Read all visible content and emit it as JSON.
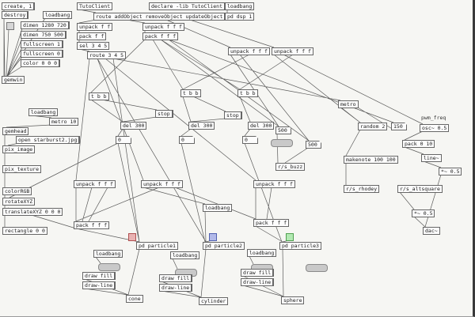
{
  "canvas": {
    "background": "#f6f6f3",
    "cord_color": "#333333",
    "toggle_colors": {
      "red": "#e9b2b2",
      "blue": "#b2b9e9",
      "green": "#b2e9b2"
    }
  },
  "nodes": {
    "create_msg": {
      "kind": "message",
      "label": "create, 1"
    },
    "destroy_msg": {
      "kind": "message",
      "label": "destroy"
    },
    "loadbang_gem": {
      "kind": "object",
      "label": "loadbang"
    },
    "toggle_gem": {
      "kind": "toggle",
      "color": "#d6d6d6"
    },
    "dimen1_msg": {
      "kind": "message",
      "label": "dimen 1280 720"
    },
    "dimen2_msg": {
      "kind": "message",
      "label": "dimen 750 500"
    },
    "fullscreen1_msg": {
      "kind": "message",
      "label": "fullscreen 1"
    },
    "fullscreen0_msg": {
      "kind": "message",
      "label": "fullscreen 0"
    },
    "color_msg": {
      "kind": "message",
      "label": "color 0 0 0"
    },
    "gemwin_obj": {
      "kind": "object",
      "label": "gemwin"
    },
    "tutoclient_obj": {
      "kind": "object",
      "label": "TutoClient"
    },
    "declare_obj": {
      "kind": "object",
      "label": "declare -lib TutoClient"
    },
    "loadbang_top": {
      "kind": "object",
      "label": "loadbang"
    },
    "pddsp_obj": {
      "kind": "object",
      "label": "pd dsp 1"
    },
    "route_obj": {
      "kind": "object",
      "label": "route addObject removeObject updateObject"
    },
    "unpack_a": {
      "kind": "object",
      "label": "unpack f f"
    },
    "pack_a": {
      "kind": "object",
      "label": "pack f f"
    },
    "sel_obj": {
      "kind": "object",
      "label": "sel 3 4 5"
    },
    "route345_obj": {
      "kind": "object",
      "label": "route 3 4 5"
    },
    "unpack_b": {
      "kind": "object",
      "label": "unpack f f f"
    },
    "pack_b": {
      "kind": "object",
      "label": "pack f f f"
    },
    "unpack_c": {
      "kind": "object",
      "label": "unpack f f f"
    },
    "unpack_d": {
      "kind": "object",
      "label": "unpack f f f"
    },
    "loadbang_render": {
      "kind": "object",
      "label": "loadbang"
    },
    "metro10_obj": {
      "kind": "object",
      "label": "metro 10"
    },
    "gemhead_obj": {
      "kind": "object",
      "label": "gemhead"
    },
    "open_msg": {
      "kind": "message",
      "label": "open starburst2.jpg"
    },
    "piximage_obj": {
      "kind": "object",
      "label": "pix_image"
    },
    "pixtexture_obj": {
      "kind": "object",
      "label": "pix_texture"
    },
    "colorrgb_obj": {
      "kind": "object",
      "label": "colorRGB"
    },
    "rotatexyz_obj": {
      "kind": "object",
      "label": "rotateXYZ"
    },
    "translate_obj": {
      "kind": "object",
      "label": "translateXYZ 0 0 0"
    },
    "rectangle_obj": {
      "kind": "object",
      "label": "rectangle 0 0"
    },
    "tbb_1": {
      "kind": "object",
      "label": "t b b"
    },
    "tbb_2": {
      "kind": "object",
      "label": "t b b"
    },
    "tbb_3": {
      "kind": "object",
      "label": "t b b"
    },
    "stop_1": {
      "kind": "message",
      "label": "stop"
    },
    "stop_2": {
      "kind": "message",
      "label": "stop"
    },
    "del_1": {
      "kind": "object",
      "label": "del 300"
    },
    "del_2": {
      "kind": "object",
      "label": "del 300"
    },
    "del_3": {
      "kind": "object",
      "label": "del 300"
    },
    "num_1": {
      "kind": "number",
      "label": "0"
    },
    "num_2": {
      "kind": "number",
      "label": "0"
    },
    "num_3": {
      "kind": "number",
      "label": "0"
    },
    "num500_1": {
      "kind": "number",
      "label": "500"
    },
    "num500_2": {
      "kind": "number",
      "label": "500"
    },
    "slider_m1": {
      "kind": "slider",
      "color": "#c9c9c9"
    },
    "metro_r": {
      "kind": "object",
      "label": "metro"
    },
    "random_obj": {
      "kind": "object",
      "label": "random 2"
    },
    "num150": {
      "kind": "number",
      "label": "150"
    },
    "pwm_comment": {
      "kind": "comment",
      "label": "pwm_freq"
    },
    "oscpwm_obj": {
      "kind": "object",
      "label": "osc~ 0.5"
    },
    "pack010_obj": {
      "kind": "object",
      "label": "pack 0 10"
    },
    "line_obj": {
      "kind": "object",
      "label": "line~"
    },
    "times_a": {
      "kind": "object",
      "label": "*~ 0.5"
    },
    "makenote_obj": {
      "kind": "object",
      "label": "makenote 100 100"
    },
    "rsbuzz_obj": {
      "kind": "object",
      "label": "r/s_buzz"
    },
    "rsrhodey_obj": {
      "kind": "object",
      "label": "r/s_rhodey"
    },
    "rsaltsq_obj": {
      "kind": "object",
      "label": "r/s_altsquare"
    },
    "times_b": {
      "kind": "object",
      "label": "*~ 0.5"
    },
    "dac_obj": {
      "kind": "object",
      "label": "dac~"
    },
    "unpack_p1": {
      "kind": "object",
      "label": "unpack f f f"
    },
    "unpack_p2": {
      "kind": "object",
      "label": "unpack f f f"
    },
    "unpack_p3": {
      "kind": "object",
      "label": "unpack f f f"
    },
    "pack_p1": {
      "kind": "object",
      "label": "pack f f f"
    },
    "loadbang_mid": {
      "kind": "object",
      "label": "loadbang"
    },
    "pack_p3": {
      "kind": "object",
      "label": "pack f f f"
    },
    "toggle_red": {
      "kind": "toggle",
      "color": "#e9b2b2",
      "border": "#b05050"
    },
    "toggle_blue": {
      "kind": "toggle",
      "color": "#b2b9e9",
      "border": "#5060b0"
    },
    "toggle_green": {
      "kind": "toggle",
      "color": "#b2e9b2",
      "border": "#50a050"
    },
    "particle1_obj": {
      "kind": "object",
      "label": "pd particle1"
    },
    "particle2_obj": {
      "kind": "object",
      "label": "pd particle2"
    },
    "particle3_obj": {
      "kind": "object",
      "label": "pd particle3"
    },
    "loadbang_b1": {
      "kind": "object",
      "label": "loadbang"
    },
    "loadbang_b2": {
      "kind": "object",
      "label": "loadbang"
    },
    "loadbang_b3": {
      "kind": "object",
      "label": "loadbang"
    },
    "slider_b1": {
      "kind": "slider",
      "color": "#c9c9c9"
    },
    "slider_b2": {
      "kind": "slider",
      "color": "#c9c9c9"
    },
    "slider_b3": {
      "kind": "slider",
      "color": "#c9c9c9"
    },
    "slider_b4": {
      "kind": "slider",
      "color": "#c9c9c9"
    },
    "drawfill_1": {
      "kind": "message",
      "label": "draw fill"
    },
    "drawfill_2": {
      "kind": "message",
      "label": "draw fill"
    },
    "drawfill_3": {
      "kind": "message",
      "label": "draw fill"
    },
    "drawline_1": {
      "kind": "message",
      "label": "draw-line"
    },
    "drawline_2": {
      "kind": "message",
      "label": "draw-line"
    },
    "drawline_3": {
      "kind": "message",
      "label": "draw-line"
    },
    "cone_obj": {
      "kind": "object",
      "label": "cone"
    },
    "cylinder_obj": {
      "kind": "object",
      "label": "cylinder"
    },
    "sphere_obj": {
      "kind": "object",
      "label": "sphere"
    }
  }
}
